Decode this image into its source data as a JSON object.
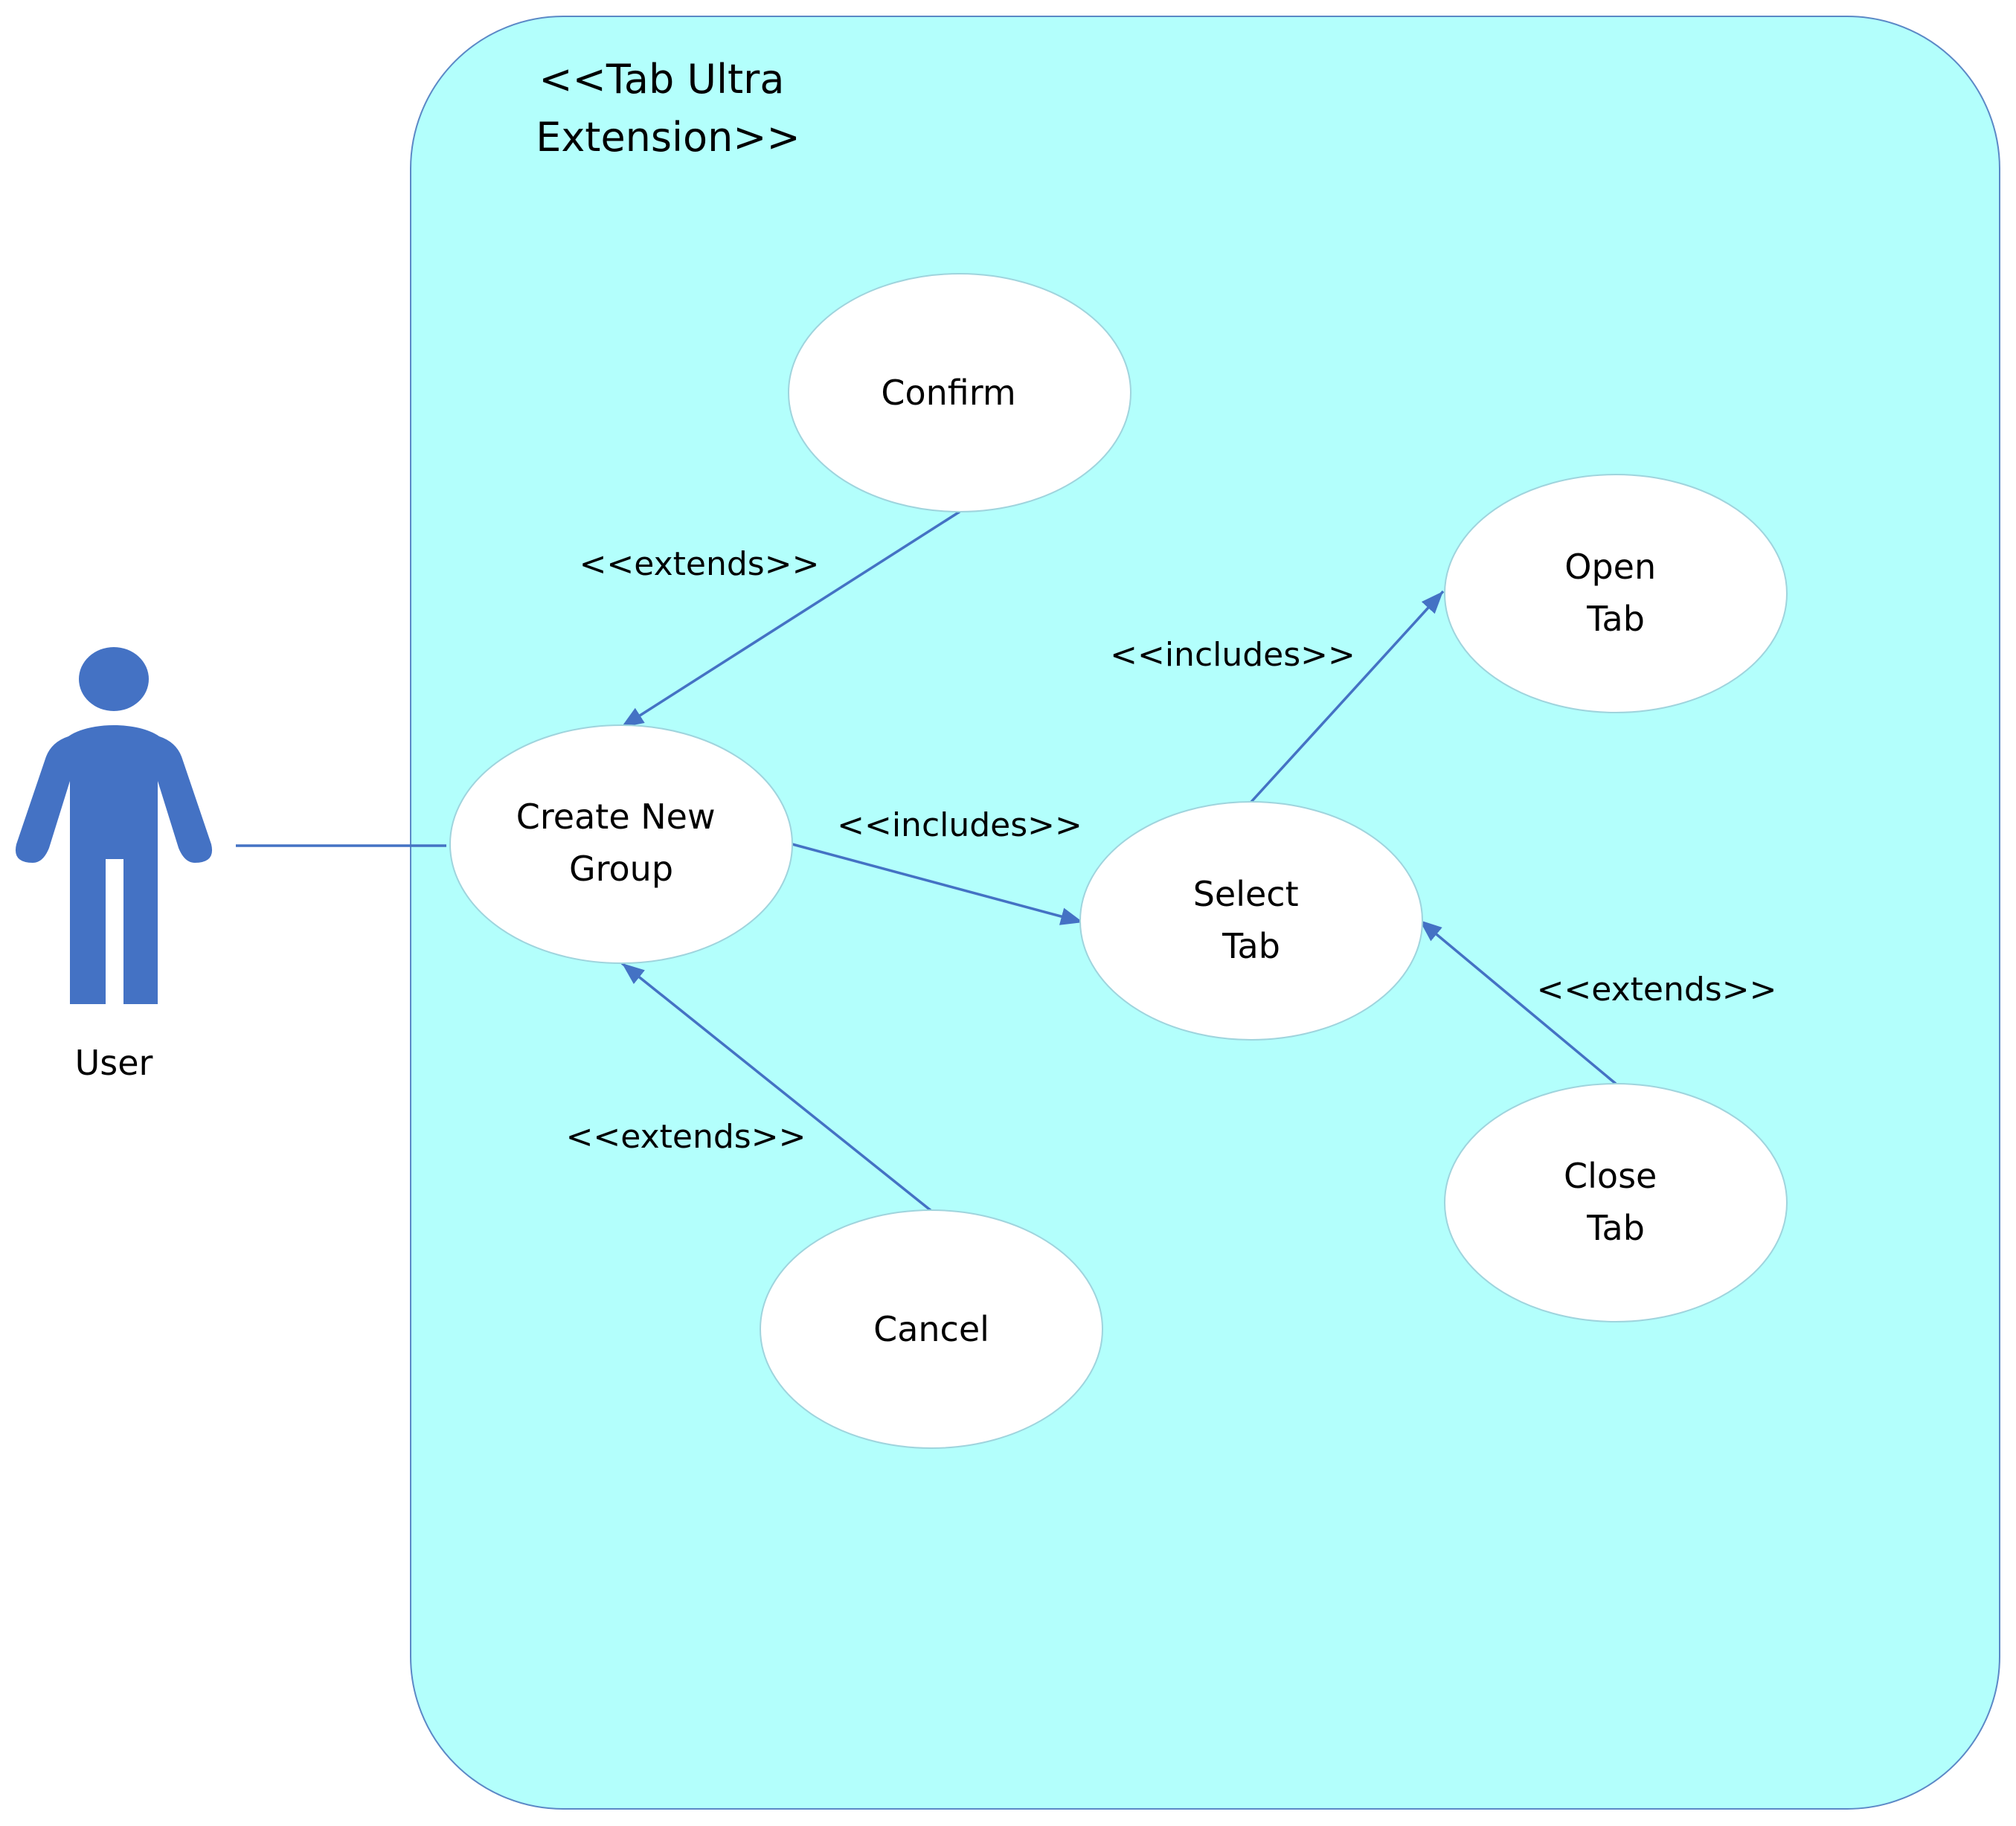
{
  "colors": {
    "system_fill": "#b3fffc",
    "system_stroke": "#5b88c6",
    "usecase_fill": "#ffffff",
    "usecase_stroke": "#9fd4dd",
    "edge": "#4472c4",
    "actor": "#4472c4"
  },
  "system": {
    "title_lines": [
      "<<Tab Ultra",
      "Extension>>"
    ]
  },
  "actor": {
    "label": "User",
    "icon": "person-icon"
  },
  "use_cases": {
    "confirm": {
      "lines": [
        "Confirm"
      ]
    },
    "create_new_group": {
      "lines": [
        "Create New",
        "Group"
      ]
    },
    "select_tab": {
      "lines": [
        "Select",
        "Tab"
      ]
    },
    "open_tab": {
      "lines": [
        "Open",
        "Tab"
      ]
    },
    "close_tab": {
      "lines": [
        "Close",
        "Tab"
      ]
    },
    "cancel": {
      "lines": [
        "Cancel"
      ]
    }
  },
  "relations": {
    "confirm_extends": "<<extends>>",
    "cancel_extends": "<<extends>>",
    "close_tab_extends": "<<extends>>",
    "select_tab_includes": "<<includes>>",
    "open_tab_includes": "<<includes>>"
  }
}
